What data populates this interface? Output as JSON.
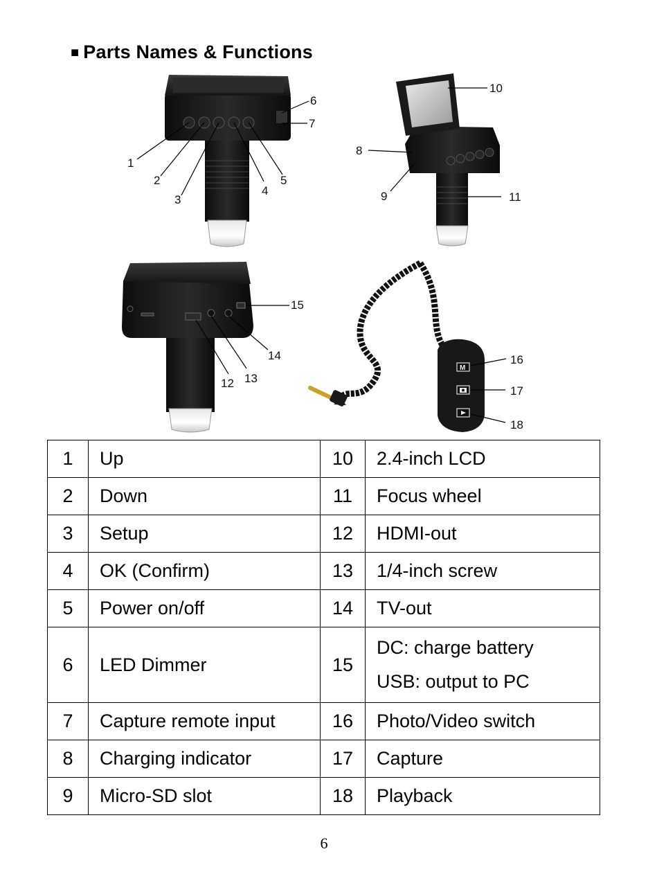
{
  "heading": {
    "bullet": "■",
    "title": "Parts Names & Functions"
  },
  "callouts": [
    "1",
    "2",
    "3",
    "4",
    "5",
    "6",
    "7",
    "8",
    "9",
    "10",
    "11",
    "12",
    "13",
    "14",
    "15",
    "16",
    "17",
    "18"
  ],
  "device_labels": {
    "remote_m": "M"
  },
  "table": {
    "rows": [
      {
        "n1": "1",
        "l1": "Up",
        "n2": "10",
        "l2": "2.4-inch LCD"
      },
      {
        "n1": "2",
        "l1": "Down",
        "n2": "11",
        "l2": "Focus wheel"
      },
      {
        "n1": "3",
        "l1": "Setup",
        "n2": "12",
        "l2": "HDMI-out"
      },
      {
        "n1": "4",
        "l1": "OK (Confirm)",
        "n2": "13",
        "l2": "1/4-inch screw"
      },
      {
        "n1": "5",
        "l1": "Power on/off",
        "n2": "14",
        "l2": "TV-out"
      },
      {
        "n1": "6",
        "l1": "LED Dimmer",
        "n2": "15",
        "l2a": "DC: charge battery",
        "l2b": "USB: output to PC"
      },
      {
        "n1": "7",
        "l1": "Capture remote input",
        "n2": "16",
        "l2": "Photo/Video switch"
      },
      {
        "n1": "8",
        "l1": "Charging indicator",
        "n2": "17",
        "l2": "Capture"
      },
      {
        "n1": "9",
        "l1": "Micro-SD slot",
        "n2": "18",
        "l2": "Playback"
      }
    ]
  },
  "page_number": "6"
}
